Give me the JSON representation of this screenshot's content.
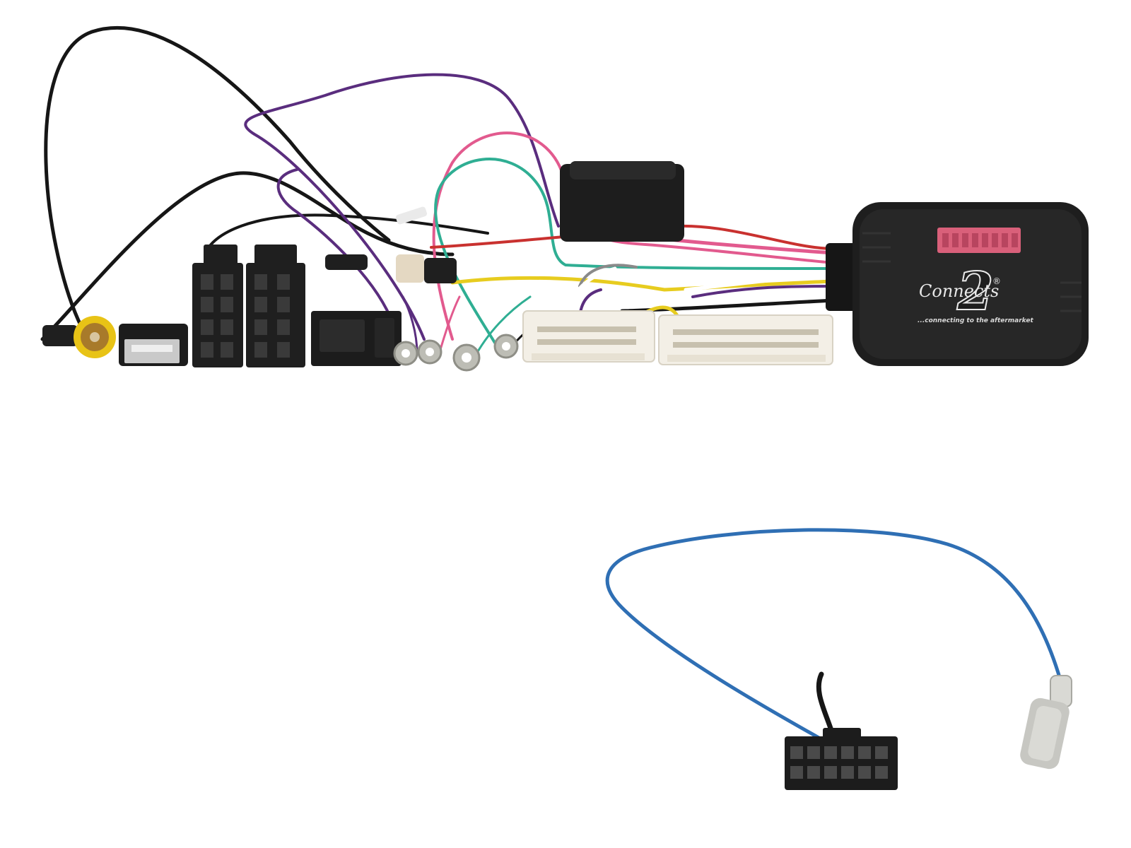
{
  "image": {
    "subject": "steering-wheel-control-interface-harness",
    "background": "#ffffff"
  },
  "interface_box": {
    "brand_number": "2",
    "brand_word": "Connects",
    "trademark": "®",
    "tagline": "...connecting to the aftermarket",
    "dip_switch_count": 8,
    "colors": {
      "body": "#1e1e1e",
      "dip_block": "#d9607a",
      "brand_text": "#e8e8e8"
    }
  },
  "wires": {
    "colors": [
      "#161616",
      "#5a2d7e",
      "#e25a8e",
      "#2fae93",
      "#e7cc1f",
      "#c9312f",
      "#ffffff",
      "#8a8a8a"
    ]
  },
  "connectors": {
    "items": [
      "rca-jack",
      "usb-plug",
      "iso-connector-power",
      "iso-connector-speaker",
      "black-connector",
      "ring-terminals",
      "white-connector-small",
      "white-connector-large"
    ],
    "colors": {
      "iso_black": "#1f1f1f",
      "white_connector": "#f3efe6",
      "rca_yellow": "#e8c316",
      "rca_tip": "#a87a2a"
    }
  },
  "antenna_lead": {
    "parts": [
      "blue-wire",
      "black-wire",
      "12-pin-connector",
      "antenna-plug"
    ],
    "colors": {
      "wire": "#2f6fb4",
      "connector": "#1c1c1c",
      "plug": "#c7c7c2"
    }
  }
}
